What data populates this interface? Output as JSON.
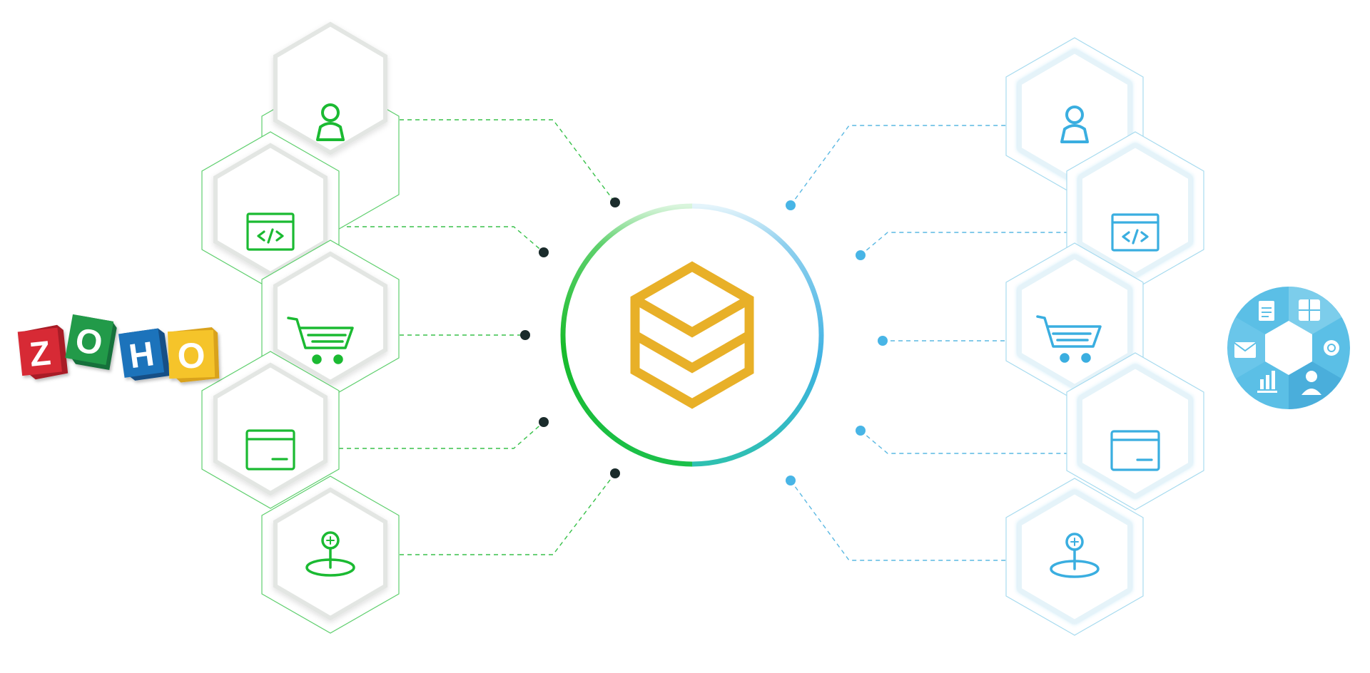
{
  "logo": {
    "letters": [
      "Z",
      "O",
      "H",
      "O"
    ],
    "colors": [
      "#d72a36",
      "#219a48",
      "#1d73bb",
      "#f5c42c"
    ]
  },
  "colors": {
    "left_accent": "#1bba32",
    "right_accent": "#3aaee0",
    "hub_icon": "#e8b028",
    "dot_left": "#1a2b2b",
    "dot_right": "#48b5e6",
    "hex_outer_left": "#5fcf6e",
    "hex_outer_right": "#a8dbef"
  },
  "left_nodes": [
    {
      "icon": "user-icon"
    },
    {
      "icon": "code-window-icon"
    },
    {
      "icon": "cart-icon"
    },
    {
      "icon": "payment-card-icon"
    },
    {
      "icon": "location-pin-icon"
    }
  ],
  "right_nodes": [
    {
      "icon": "user-icon"
    },
    {
      "icon": "code-window-icon"
    },
    {
      "icon": "cart-icon"
    },
    {
      "icon": "payment-card-icon"
    },
    {
      "icon": "location-pin-icon"
    }
  ],
  "hub": {
    "icon": "stacked-layers-icon"
  },
  "apps_wheel": {
    "icon": "apps-wheel-icon"
  }
}
